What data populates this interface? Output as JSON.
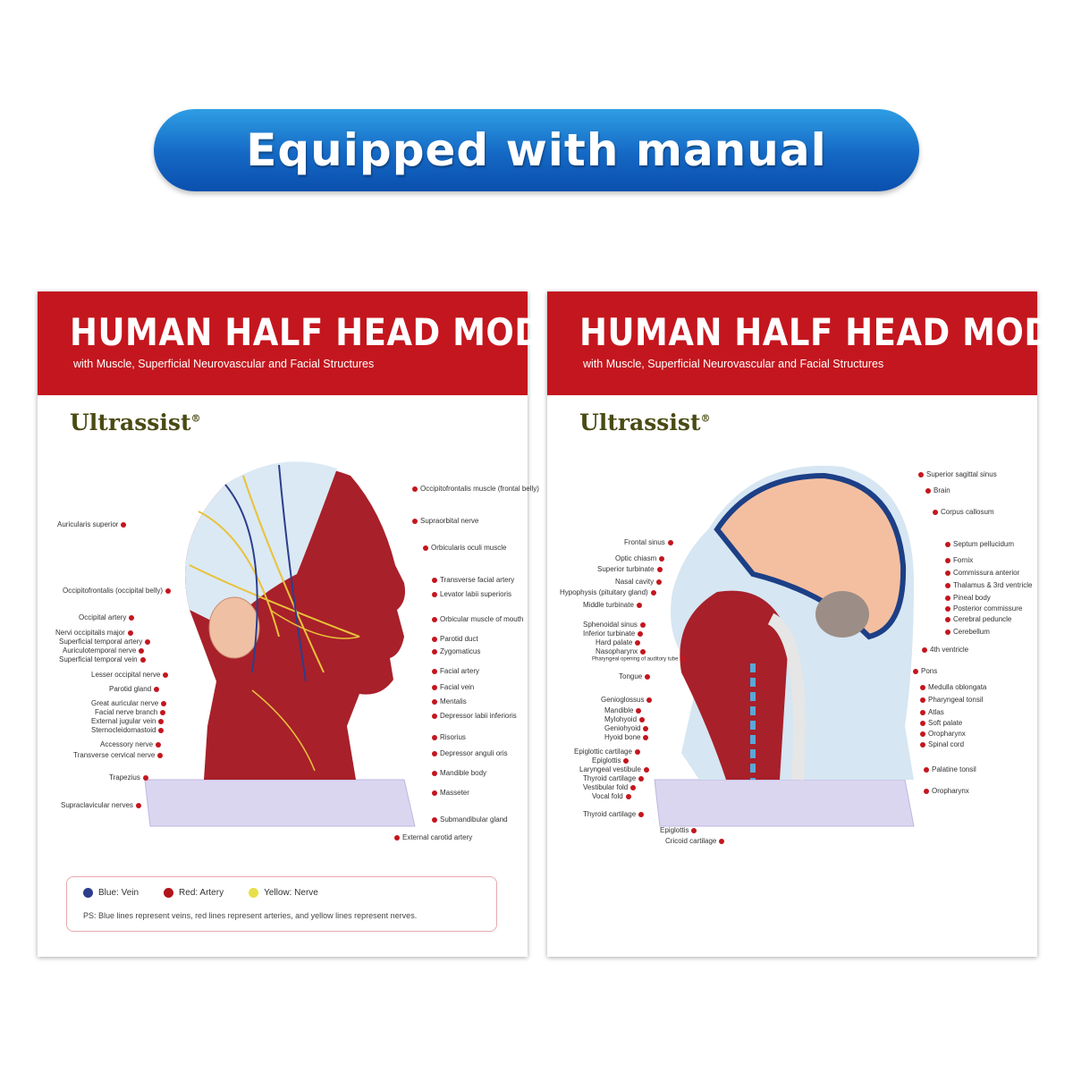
{
  "banner": {
    "text": "Equipped with manual"
  },
  "cards": [
    {
      "title": "HUMAN HALF HEAD MODEL",
      "subtitle": "with Muscle, Superficial Neurovascular and Facial Structures",
      "brand": "Ultrassist",
      "brand_mark": "®",
      "labels_left": [
        "Auricularis superior",
        "Occipitofrontalis (occipital belly)",
        "Occipital artery",
        "Nervi occipitalis major",
        "Superficial temporal artery",
        "Auriculotemporal nerve",
        "Superficial temporal vein",
        "Lesser occipital nerve",
        "Parotid gland",
        "Great auricular nerve",
        "Facial nerve branch",
        "External jugular vein",
        "Sternocleidomastoid",
        "Accessory nerve",
        "Transverse cervical nerve",
        "Trapezius",
        "Supraclavicular nerves"
      ],
      "labels_right": [
        "Occipitofrontalis muscle (frontal belly)",
        "Supraorbital nerve",
        "Orbicularis oculi muscle",
        "Transverse facial artery",
        "Levator labii superioris",
        "Orbicular muscle of mouth",
        "Parotid duct",
        "Zygomaticus",
        "Facial artery",
        "Facial vein",
        "Mentalis",
        "Depressor labii inferioris",
        "Risorius",
        "Depressor anguli oris",
        "Mandible body",
        "Masseter",
        "Submandibular gland",
        "External carotid artery"
      ],
      "legend": {
        "items": [
          {
            "label": "Blue: Vein",
            "color": "#2c3e8c"
          },
          {
            "label": "Red: Artery",
            "color": "#b3141b"
          },
          {
            "label": "Yellow: Nerve",
            "color": "#e8e04a"
          }
        ],
        "note": "PS: Blue lines represent veins, red lines represent arteries, and yellow lines represent nerves."
      }
    },
    {
      "title": "HUMAN HALF HEAD MODEL",
      "subtitle": "with Muscle, Superficial Neurovascular and Facial Structures",
      "brand": "Ultrassist",
      "brand_mark": "®",
      "labels_left": [
        "Frontal sinus",
        "Optic chiasm",
        "Superior turbinate",
        "Nasal cavity",
        "Hypophysis (pituitary gland)",
        "Middle turbinate",
        "Sphenoidal sinus",
        "Inferior turbinate",
        "Hard palate",
        "Nasopharynx",
        "Pharyngeal opening of auditory tube",
        "Tongue",
        "Genioglossus",
        "Mandible",
        "Mylohyoid",
        "Geniohyoid",
        "Hyoid bone",
        "Epiglottic cartilage",
        "Epiglottis",
        "Laryngeal vestibule",
        "Thyroid cartilage",
        "Vestibular fold",
        "Vocal fold",
        "Thyroid cartilage"
      ],
      "labels_right": [
        "Superior sagittal sinus",
        "Brain",
        "Corpus callosum",
        "Septum pellucidum",
        "Fornix",
        "Commissura anterior",
        "Thalamus & 3rd ventricle",
        "Pineal body",
        "Posterior commissure",
        "Cerebral peduncle",
        "Cerebellum",
        "4th ventricle",
        "Pons",
        "Medulla oblongata",
        "Pharyngeal tonsil",
        "Atlas",
        "Soft palate",
        "Oropharynx",
        "Spinal cord",
        "Palatine tonsil",
        "Oropharynx"
      ],
      "labels_bottom": [
        "Epiglottis",
        "Cricoid cartilage"
      ]
    }
  ]
}
